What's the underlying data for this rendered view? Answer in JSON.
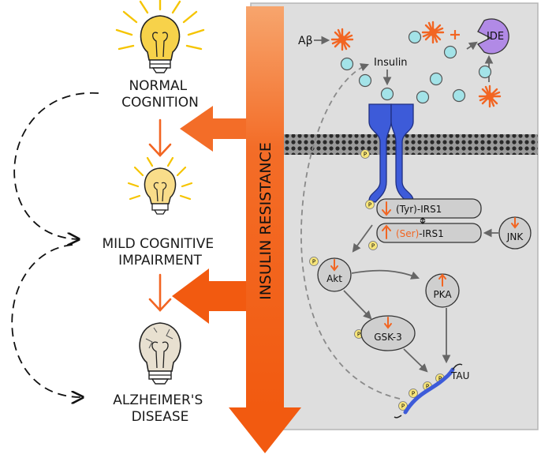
{
  "stages": {
    "normal": [
      "NORMAL",
      "COGNITION"
    ],
    "mild": [
      "MILD COGNITIVE",
      "IMPAIRMENT"
    ],
    "alz": [
      "ALZHEIMER'S",
      "DISEASE"
    ]
  },
  "central_arrow_label": "INSULIN RESISTANCE",
  "pathway": {
    "abeta": "Aβ",
    "insulin": "Insulin",
    "ide": "IDE",
    "tyr_label": "(Tyr)",
    "ser_label": "(Ser)",
    "irs1": "-IRS1",
    "jnk": "JNK",
    "akt": "Akt",
    "pka": "PKA",
    "gsk3": "GSK-3",
    "tau": "TAU",
    "phospho": "P"
  },
  "colors": {
    "orange": "#f26522",
    "receptor_blue": "#3d5bd9",
    "insulin_cyan": "#9ee0e6",
    "ide_purple": "#a47de0",
    "panel_gray": "#dcdcdc",
    "bulb_yellow": "#f5b800"
  }
}
